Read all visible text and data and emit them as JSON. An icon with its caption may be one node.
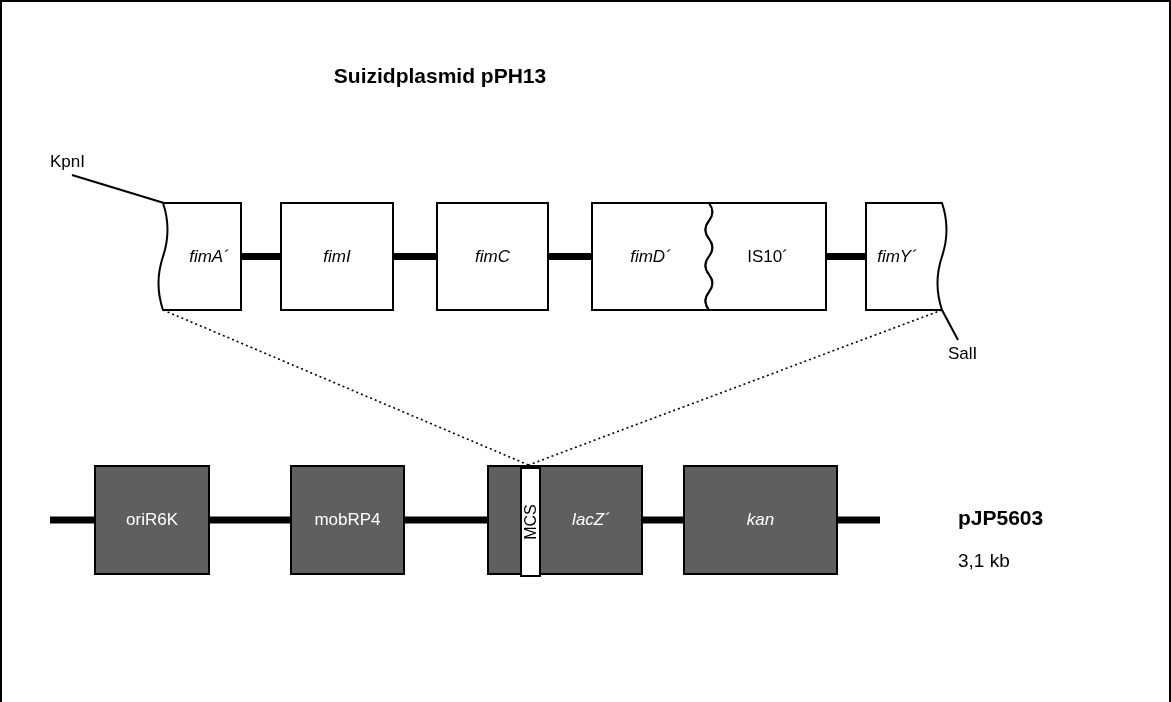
{
  "diagram": {
    "title": "Suizidplasmid pPH13",
    "nodes": [
      {
        "text": [
          "fimA´"
        ]
      },
      {
        "text": [
          "fimI"
        ]
      },
      {
        "text": [
          "fimC"
        ]
      },
      {
        "text": [
          "fimD´"
        ]
      },
      {
        "text": [
          "IS10´"
        ]
      },
      {
        "text": [
          "fimY´"
        ]
      },
      {
        "text": [
          "KpnI"
        ]
      },
      {
        "text": [
          "SalI"
        ]
      },
      {
        "text": [
          "oriR6K"
        ]
      },
      {
        "text": [
          "mobRP4"
        ]
      },
      {
        "text": [
          "lacZ´"
        ]
      },
      {
        "text": [
          "MCS"
        ],
        "in": 10
      },
      {
        "text": [
          "kan"
        ]
      }
    ],
    "edges": [
      {
        "from": 0,
        "to": 1,
        "arrow": "none"
      },
      {
        "from": 1,
        "to": 2,
        "arrow": "none"
      },
      {
        "from": 2,
        "to": 3,
        "arrow": "none"
      },
      {
        "from": 4,
        "to": 5,
        "arrow": "none"
      },
      {
        "from": 6,
        "to": 0,
        "arrow": "none"
      },
      {
        "from": 7,
        "to": 5,
        "arrow": "none"
      },
      {
        "from": 0,
        "to": 11,
        "arrow": "none",
        "style": "dashed"
      },
      {
        "from": 5,
        "to": 11,
        "arrow": "none",
        "style": "dashed"
      },
      {
        "from": null,
        "to": 8,
        "arrow": "none"
      },
      {
        "from": 8,
        "to": 9,
        "arrow": "none"
      },
      {
        "from": 9,
        "to": 10,
        "arrow": "none"
      },
      {
        "from": 10,
        "to": 12,
        "arrow": "none"
      },
      {
        "from": 12,
        "to": null,
        "arrow": "none"
      }
    ],
    "labels": [
      "pJP5603",
      "3,1 kb"
    ]
  }
}
